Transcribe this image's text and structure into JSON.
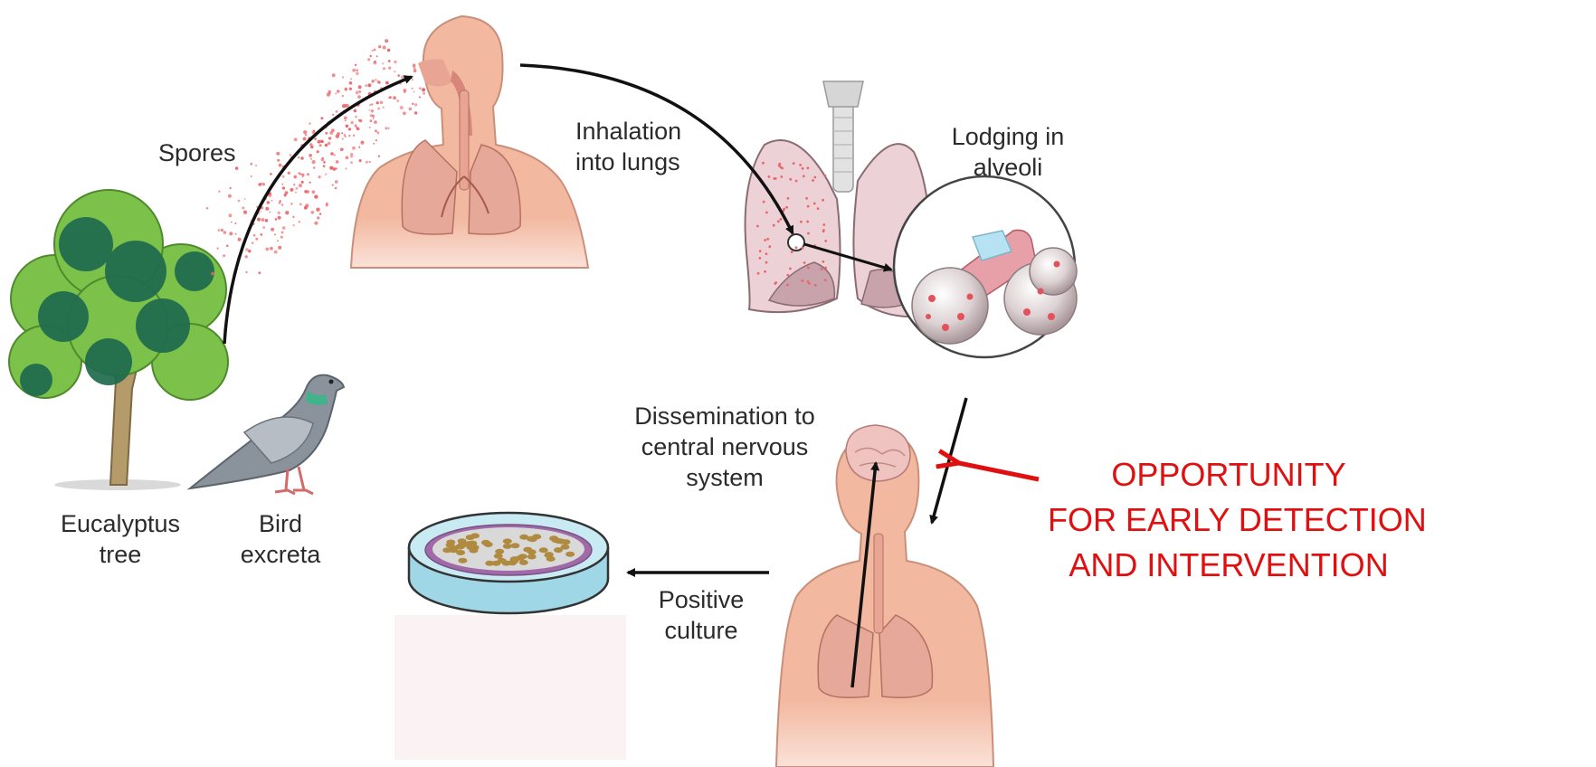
{
  "labels": {
    "spores": "Spores",
    "inhalation": [
      "Inhalation",
      "into lungs"
    ],
    "lodging": [
      "Lodging in",
      "alveoli"
    ],
    "dissemination": [
      "Dissemination to",
      "central nervous",
      "system"
    ],
    "eucalyptus": [
      "Eucalyptus",
      "tree"
    ],
    "bird": [
      "Bird",
      "excreta"
    ],
    "positive_culture": [
      "Positive",
      "culture"
    ]
  },
  "callout": {
    "lines": [
      "OPPORTUNITY",
      "FOR EARLY DETECTION",
      "AND INTERVENTION"
    ],
    "color": "#e01010"
  },
  "colors": {
    "skin": "#f2b8a0",
    "skin_outline": "#c98f7a",
    "lung": "#e9c7cc",
    "spore": "#e8676b",
    "arrow": "#111111",
    "tree_dark": "#1f6b4e",
    "tree_light": "#7cc24a",
    "pigeon": "#8a939c"
  },
  "icons": [
    "tree-icon",
    "pigeon-icon",
    "human-torso-icon",
    "lungs-icon",
    "alveoli-icon",
    "human-brain-icon",
    "petri-dish-icon"
  ]
}
